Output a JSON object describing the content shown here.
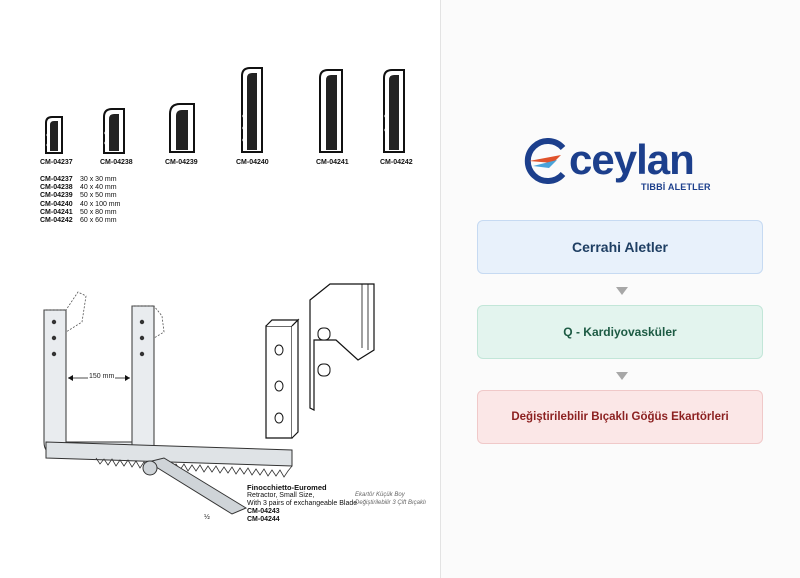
{
  "products": [
    {
      "code": "CM-04237",
      "size": "30 x  30 mm"
    },
    {
      "code": "CM-04238",
      "size": "40 x  40 mm"
    },
    {
      "code": "CM-04239",
      "size": "50 x  50 mm"
    },
    {
      "code": "CM-04240",
      "size": "40 x 100 mm"
    },
    {
      "code": "CM-04241",
      "size": "50 x  80 mm"
    },
    {
      "code": "CM-04242",
      "size": "60 x  60 mm"
    }
  ],
  "retractor": {
    "dimension_label": "150 mm",
    "title": "Finocchietto-Euromed",
    "line1": "Retractor, Small Size,",
    "line2": "With 3 pairs of exchangeable Blade",
    "code1": "CM-04243",
    "code2": "CM-04244",
    "tr_line1": "Ekartör Küçük Boy",
    "tr_line2": "Değiştirilebilir 3 Çift Bıçaklı",
    "scale": "½"
  },
  "logo": {
    "word": "ceylan",
    "sub": "TIBBİ ALETLER",
    "brand_color": "#1c3f8c",
    "accent_color": "#e0522b"
  },
  "nav": {
    "level1": "Cerrahi Aletler",
    "level2": "Q - Kardiyovasküler",
    "level3": "Değiştirilebilir Bıçaklı Göğüs Ekartörleri"
  }
}
